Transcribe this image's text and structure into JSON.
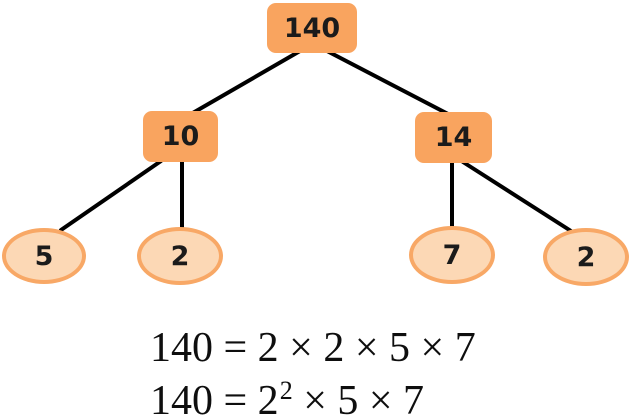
{
  "diagram": {
    "type": "prime-factor-tree",
    "tree": {
      "root": {
        "label": "140"
      },
      "composites": [
        {
          "label": "10",
          "parent": "140"
        },
        {
          "label": "14",
          "parent": "140"
        }
      ],
      "primes": [
        {
          "label": "5",
          "parent": "10"
        },
        {
          "label": "2",
          "parent": "10"
        },
        {
          "label": "7",
          "parent": "14"
        },
        {
          "label": "2",
          "parent": "14"
        }
      ]
    },
    "equations": {
      "line1": "140 = 2 × 2 × 5 × 7",
      "line2_base": "140 = 2",
      "line2_exponent": "2",
      "line2_rest": " × 5 × 7"
    },
    "colors": {
      "box_fill": "#F9A45F",
      "ellipse_fill": "#FCD8B5",
      "ellipse_border": "#F8A866",
      "edge": "#000000",
      "text": "#1b1b1b",
      "background": "#ffffff"
    }
  }
}
